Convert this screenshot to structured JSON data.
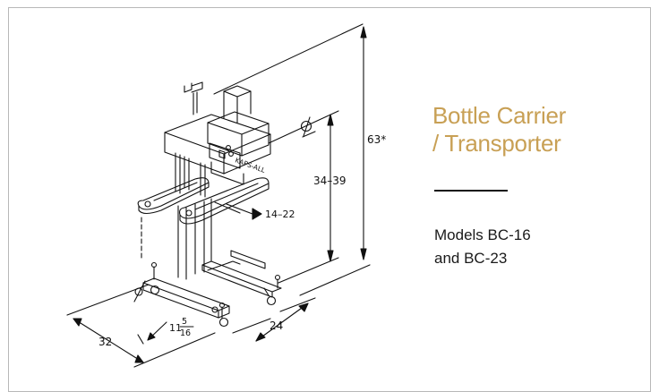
{
  "title": {
    "line1": "Bottle Carrier",
    "line2": "/ Transporter"
  },
  "models": {
    "line1": "Models BC-16",
    "line2": "and BC-23"
  },
  "drawing": {
    "brand_plate": "KAPS-ALL",
    "dim_height": "63*",
    "dim_adjust": "34–39",
    "dim_arm": "14–22",
    "dim_width": "24",
    "dim_depth": "32",
    "dim_offset_whole": "11",
    "dim_offset_num": "5",
    "dim_offset_den": "16"
  },
  "colors": {
    "title": "#c8a055",
    "text": "#1a1a1a",
    "line": "#111111"
  }
}
